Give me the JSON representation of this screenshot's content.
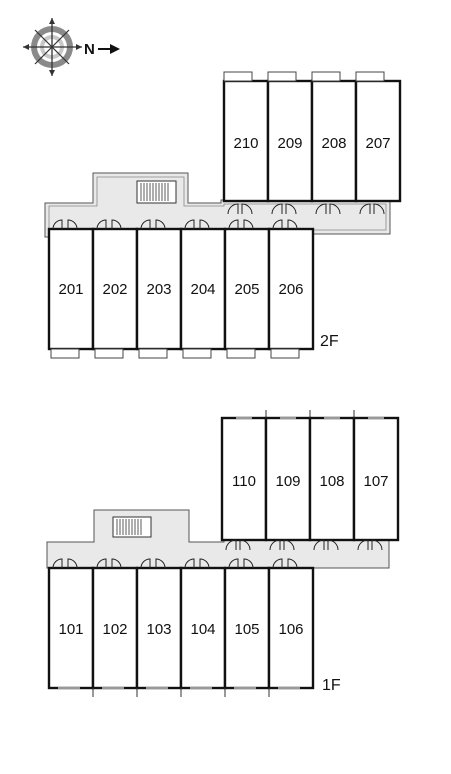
{
  "compass": {
    "north_label": "N",
    "icon": "compass-rose-icon"
  },
  "colors": {
    "corridor": "#e9e9e9",
    "wall": "#111111",
    "line": "#555555"
  },
  "floors": [
    {
      "id": "2F",
      "label": "2F",
      "north_units": [
        "210",
        "209",
        "208",
        "207"
      ],
      "south_units": [
        "201",
        "202",
        "203",
        "204",
        "205",
        "206"
      ]
    },
    {
      "id": "1F",
      "label": "1F",
      "north_units": [
        "110",
        "109",
        "108",
        "107"
      ],
      "south_units": [
        "101",
        "102",
        "103",
        "104",
        "105",
        "106"
      ]
    }
  ]
}
